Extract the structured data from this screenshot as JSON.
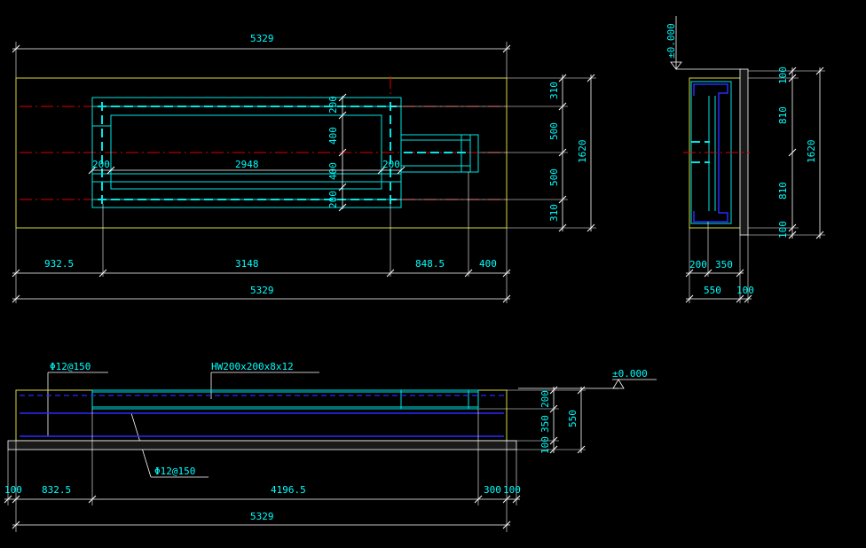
{
  "plan": {
    "overall_top": "5329",
    "overall_bottom": "5329",
    "inner_length": "2948",
    "left_wall": "200",
    "right_wall": "200",
    "v_dims_inside": [
      "200",
      "400",
      "400",
      "200"
    ],
    "right_stack": [
      "310",
      "500",
      "500",
      "310"
    ],
    "right_total": "1620",
    "bottom_segments": [
      "932.5",
      "3148",
      "848.5",
      "400"
    ]
  },
  "side": {
    "elevation": "±0.000",
    "left_stack": [
      "100",
      "810",
      "810",
      "100"
    ],
    "total": "1620",
    "bottom_top": [
      "200",
      "350"
    ],
    "bottom_low": [
      "550",
      "100"
    ]
  },
  "section": {
    "rebar_top": "Φ12@150",
    "rebar_bottom": "Φ12@150",
    "beam": "HW200x200x8x12",
    "elevation": "±0.000",
    "right_stack": [
      "200",
      "350",
      "100"
    ],
    "right_total": "550",
    "segments": [
      "100",
      "832.5",
      "4196.5",
      "300",
      "100"
    ],
    "overall": "5329"
  },
  "colors": {
    "slab": "#d8d83a",
    "steel": "#00e5e5",
    "axis": "#e00000",
    "rebar": "#2a2aff",
    "text": "#00ffff",
    "dimension": "#ffffff"
  }
}
